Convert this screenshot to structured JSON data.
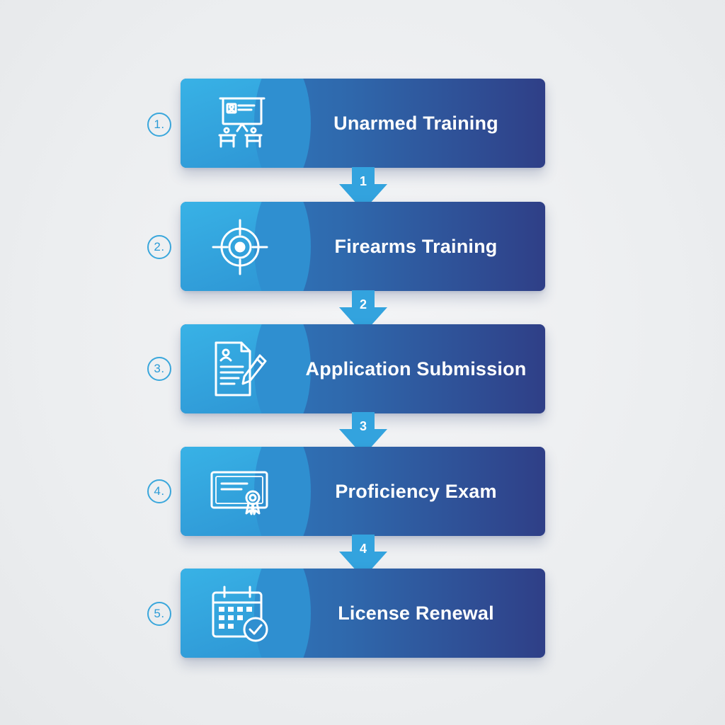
{
  "steps": [
    {
      "number": "1.",
      "label": "Unarmed Training",
      "icon": "classroom-presentation-icon"
    },
    {
      "number": "2.",
      "label": "Firearms Training",
      "icon": "target-crosshair-icon"
    },
    {
      "number": "3.",
      "label": "Application Submission",
      "icon": "document-pen-icon"
    },
    {
      "number": "4.",
      "label": "Proficiency Exam",
      "icon": "certificate-icon"
    },
    {
      "number": "5.",
      "label": "License Renewal",
      "icon": "calendar-check-icon"
    }
  ],
  "connectors": [
    "1",
    "2",
    "3",
    "4"
  ],
  "colors": {
    "background": "#eceef0",
    "card_dark": "#2f3f87",
    "card_mid": "#2f69ad",
    "card_cap": "#38b2e6",
    "accent": "#2b9bd6",
    "text": "#ffffff"
  }
}
